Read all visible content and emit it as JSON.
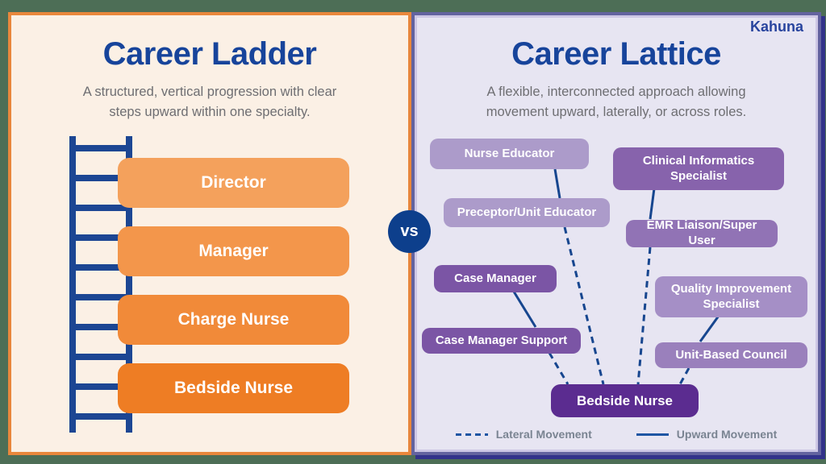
{
  "colors": {
    "page_background": "#4D6E56",
    "navy_accent": "#17468F",
    "title_blue": "#17449B",
    "orange_border": "#E9873C",
    "purple_border": "#63639F",
    "vs_circle": "#0D3F8C"
  },
  "divider": {
    "vs_label": "vs"
  },
  "left_panel": {
    "title": "Career Ladder",
    "subtitle": "A structured, vertical progression with clear\nsteps upward within one specialty.",
    "levels": [
      {
        "label": "Director",
        "color": "#F4A15C"
      },
      {
        "label": "Manager",
        "color": "#F3964B"
      },
      {
        "label": "Charge Nurse",
        "color": "#F18A39"
      },
      {
        "label": "Bedside Nurse",
        "color": "#EE7D24"
      }
    ]
  },
  "right_panel": {
    "logo": "Kahuna",
    "title": "Career Lattice",
    "subtitle": "A flexible, interconnected approach allowing\nmovement upward, laterally, or across roles.",
    "roles": [
      {
        "label": "Nurse Educator",
        "color": "#AC9BCA"
      },
      {
        "label": "Clinical Informatics Specialist",
        "color": "#8763AC"
      },
      {
        "label": "Preceptor/Unit Educator",
        "color": "#AC9BCA"
      },
      {
        "label": "EMR Liaison/Super User",
        "color": "#9173B5"
      },
      {
        "label": "Case Manager",
        "color": "#7B55A5"
      },
      {
        "label": "Quality Improvement Specialist",
        "color": "#A58FC6"
      },
      {
        "label": "Case Manager Support",
        "color": "#7B55A5"
      },
      {
        "label": "Unit-Based Council",
        "color": "#9A80BC"
      }
    ],
    "base_role": {
      "label": "Bedside Nurse",
      "color": "#5B2C90"
    },
    "legend": [
      {
        "style": "dashed",
        "label": "Lateral Movement"
      },
      {
        "style": "solid",
        "label": "Upward Movement"
      }
    ]
  }
}
